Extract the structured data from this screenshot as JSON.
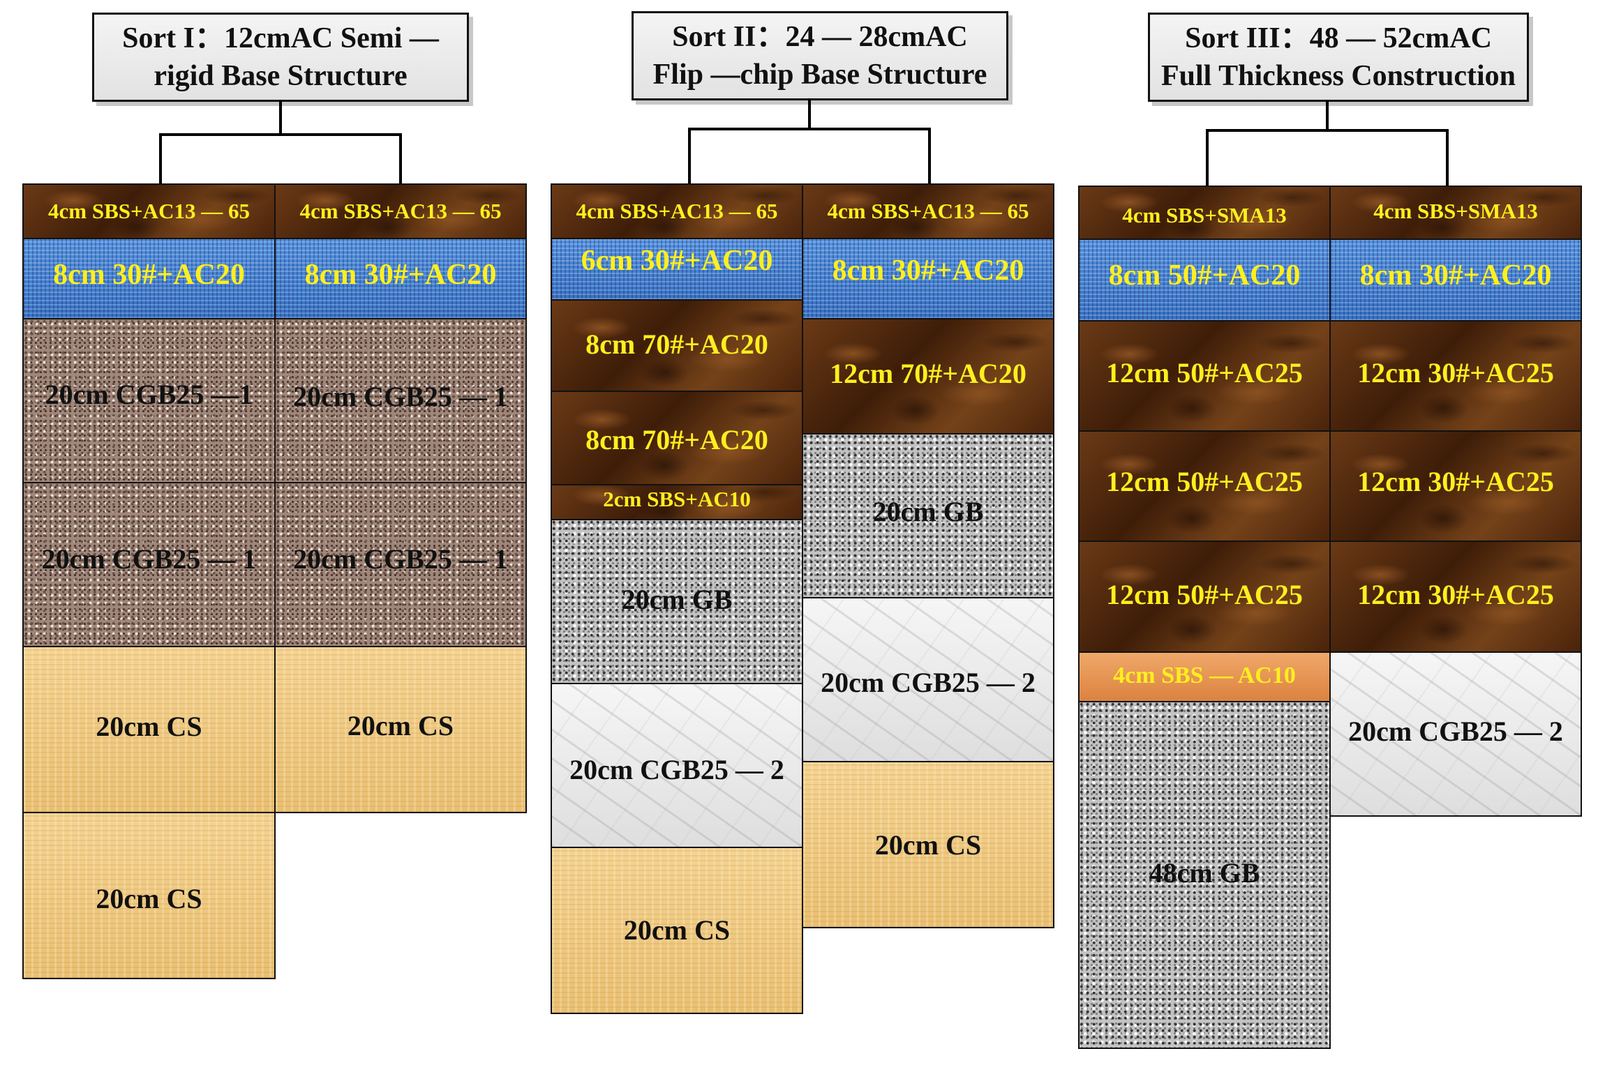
{
  "sorts": [
    {
      "title_line1": "Sort I：12cmAC Semi —",
      "title_line2": "rigid Base Structure",
      "columns": [
        [
          "4cm SBS+AC13 — 65",
          "8cm 30#+AC20",
          "20cm CGB25 —1",
          "20cm CGB25 — 1",
          "20cm CS",
          "20cm CS"
        ],
        [
          "4cm SBS+AC13 — 65",
          "8cm 30#+AC20",
          "20cm CGB25 — 1",
          "20cm CGB25 — 1",
          "20cm CS"
        ]
      ]
    },
    {
      "title_line1": "Sort II：24 — 28cmAC",
      "title_line2": "Flip —chip Base Structure",
      "columns": [
        [
          "4cm SBS+AC13 — 65",
          "6cm 30#+AC20",
          "8cm 70#+AC20",
          "8cm 70#+AC20",
          "2cm SBS+AC10",
          "20cm GB",
          "20cm CGB25 — 2",
          "20cm CS"
        ],
        [
          "4cm SBS+AC13 — 65",
          "8cm 30#+AC20",
          "12cm 70#+AC20",
          "20cm GB",
          "20cm CGB25 — 2",
          "20cm CS"
        ]
      ]
    },
    {
      "title_line1": "Sort III：48 — 52cmAC",
      "title_line2": "Full Thickness Construction",
      "columns": [
        [
          "4cm SBS+SMA13",
          "8cm 50#+AC20",
          "12cm 50#+AC25",
          "12cm 50#+AC25",
          "12cm 50#+AC25",
          "4cm SBS — AC10",
          "48cm GB"
        ],
        [
          "4cm SBS+SMA13",
          "8cm 30#+AC20",
          "12cm 30#+AC25",
          "12cm 30#+AC25",
          "12cm 30#+AC25",
          "20cm CGB25 — 2"
        ]
      ]
    }
  ]
}
